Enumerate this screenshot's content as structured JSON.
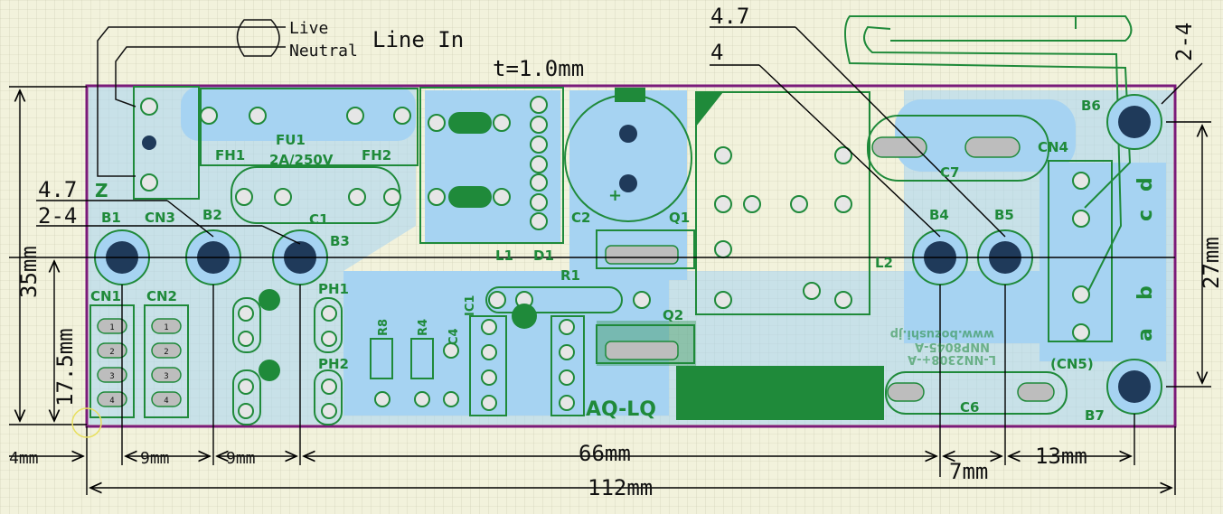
{
  "annotations": {
    "live": "Live",
    "neutral": "Neutral",
    "line_in": "Line In",
    "thickness": "t=1.0mm",
    "lead_a_label": "4.7",
    "lead_b_label": "4",
    "lead_left_a": "4.7",
    "lead_left_b": "2-4",
    "lead_right": "2-4"
  },
  "dimensions": {
    "height_35": "35mm",
    "height_17_5": "17.5mm",
    "height_27": "27mm",
    "d_4": "4mm",
    "d_9a": "9mm",
    "d_9b": "9mm",
    "d_66": "66mm",
    "d_7": "7mm",
    "d_13": "13mm",
    "d_112": "112mm"
  },
  "silkscreen": {
    "fh1": "FH1",
    "fu1": "FU1",
    "fh2": "FH2",
    "fuse_rating": "2A/250V",
    "c1": "C1",
    "c2": "C2",
    "q1": "Q1",
    "q2": "Q2",
    "l1": "L1",
    "d1": "D1",
    "l2": "L2",
    "c7": "C7",
    "c6": "C6",
    "cn1": "CN1",
    "cn2": "CN2",
    "cn3": "CN3",
    "cn4": "CN4",
    "cn5": "(CN5)",
    "ph1": "PH1",
    "ph2": "PH2",
    "r1": "R1",
    "r8": "R8",
    "r4": "R4",
    "c4": "C4",
    "ic1": "IC1",
    "aq_lq": "AQ-LQ",
    "b1": "B1",
    "b2": "B2",
    "b3": "B3",
    "b4": "B4",
    "b5": "B5",
    "b6": "B6",
    "b7": "B7",
    "side_c": "c",
    "side_d": "d",
    "side_a": "a",
    "side_b": "b",
    "z_mark": "Z",
    "plus": "+",
    "web": "www.bozushi.jp",
    "model1": "NNP8045-A",
    "model2": "L-NN2308+-A"
  },
  "colors": {
    "background": "#f2f2dc",
    "grid": "#c9c9b0",
    "board_outline": "#7a1a7a",
    "copper": "#a6d3f2",
    "silk": "#1f8a3a",
    "pad": "#cfcfcf",
    "mount_hole": "#1f3a5a"
  }
}
